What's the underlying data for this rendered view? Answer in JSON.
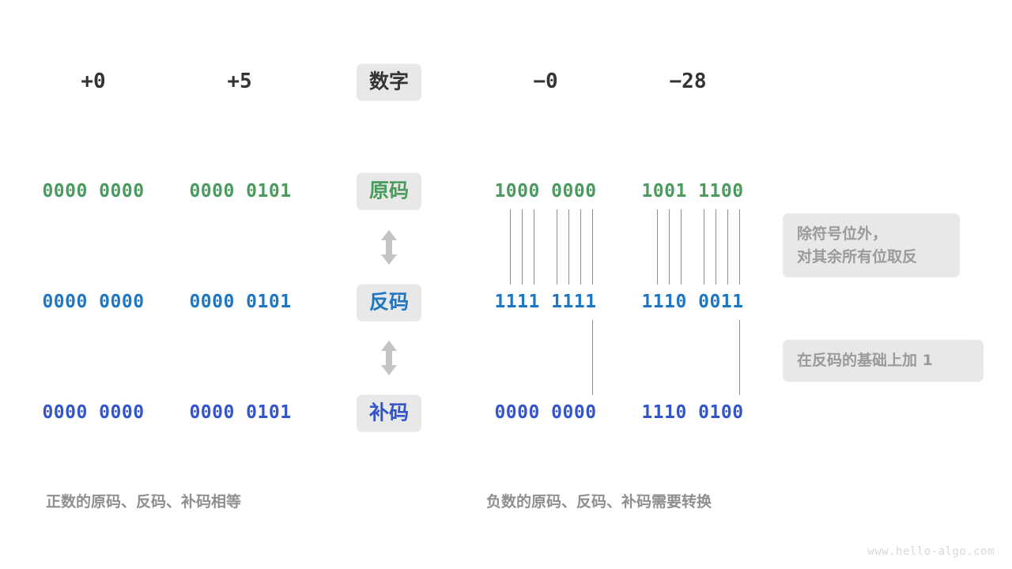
{
  "columns": {
    "header_labels": [
      "+0",
      "+5",
      "数字",
      "−0",
      "−28"
    ],
    "positive": [
      "+0",
      "+5"
    ],
    "negative": [
      "−0",
      "−28"
    ]
  },
  "row_labels": {
    "title": "数字",
    "sign_magnitude": "原码",
    "ones_complement": "反码",
    "twos_complement": "补码"
  },
  "rows": [
    {
      "key": "sign_magnitude",
      "label": "原码",
      "color": "#4b9b5f",
      "values": [
        "0000 0000",
        "0000 0101",
        "1000 0000",
        "1001 1100"
      ]
    },
    {
      "key": "ones_complement",
      "label": "反码",
      "color": "#1f77c4",
      "values": [
        "0000 0000",
        "0000 0101",
        "1111 1111",
        "1110 0011"
      ]
    },
    {
      "key": "twos_complement",
      "label": "补码",
      "color": "#3355cc",
      "values": [
        "0000 0000",
        "0000 0101",
        "0000 0000",
        "1110 0100"
      ]
    }
  ],
  "arrows": {
    "glyph": "double-vertical-arrow",
    "color": "#c4c4c4",
    "count": 2
  },
  "notes": {
    "invert": "除符号位外，\n对其余所有位取反",
    "add_one": "在反码的基础上加  1"
  },
  "captions": {
    "left": "正数的原码、反码、补码相等",
    "right": "负数的原码、反码、补码需要转换"
  },
  "watermark": "www.hello-algo.com",
  "colors": {
    "background": "#ffffff",
    "badge_bg": "#e8e8e8",
    "text_dark": "#333333",
    "text_muted": "#8f8f8f",
    "note_text": "#9a9a9a",
    "connector": "#8c8c8c",
    "green": "#4b9b5f",
    "blue": "#1f77c4",
    "indigo": "#3355cc"
  }
}
